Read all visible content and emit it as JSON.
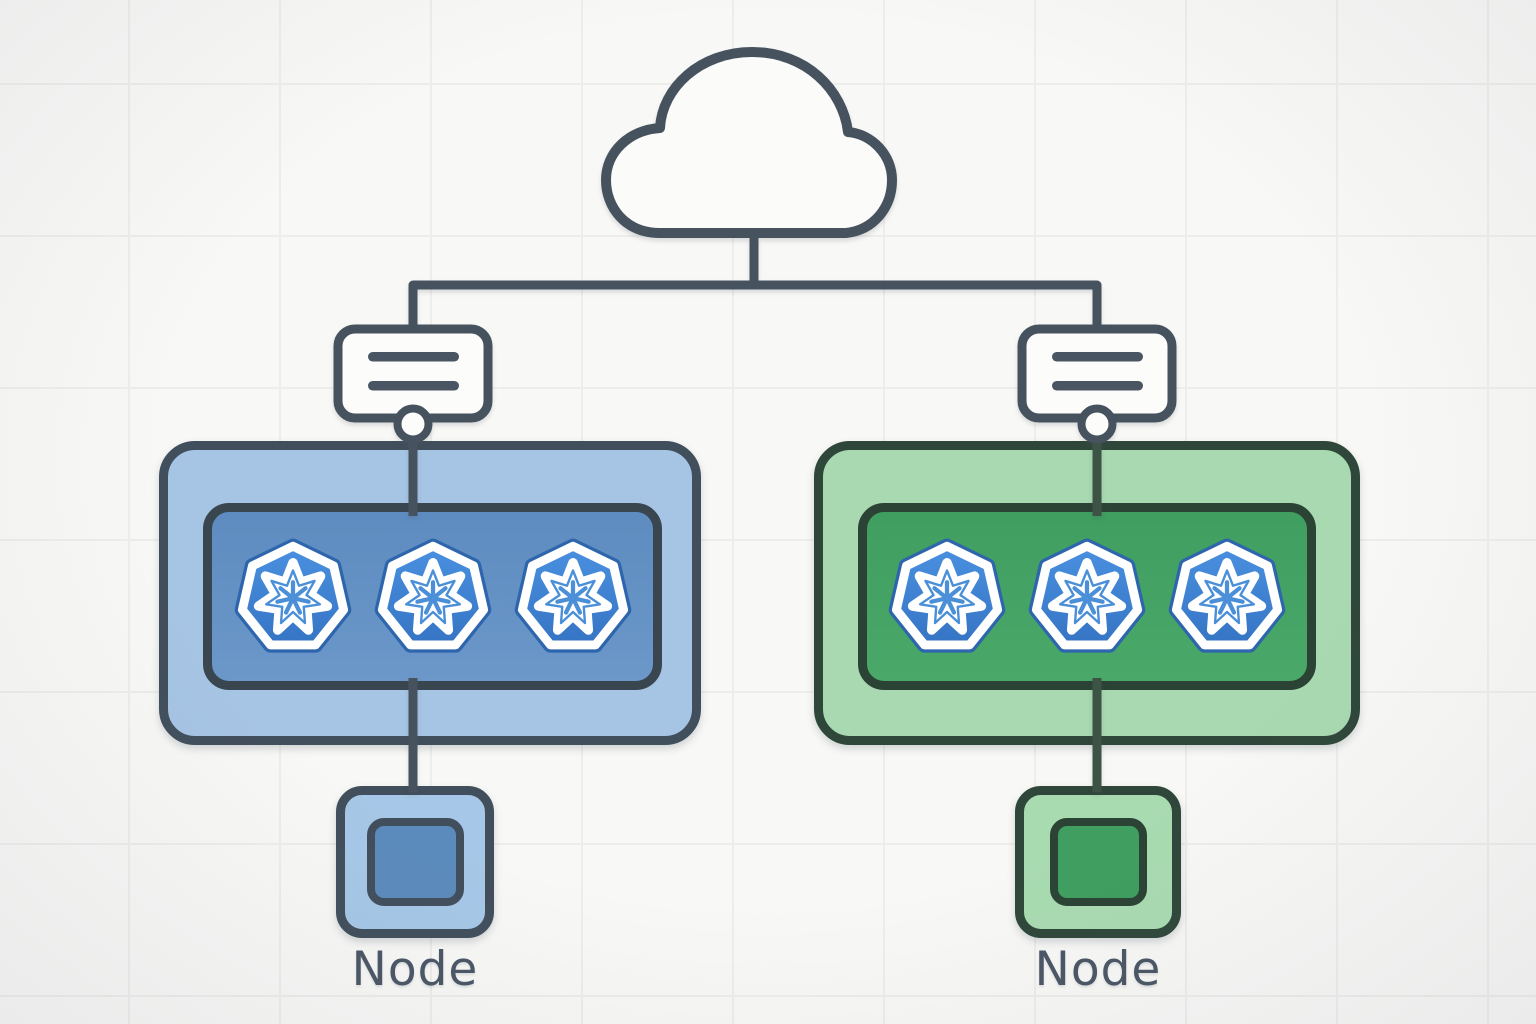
{
  "diagram": {
    "title": "kubernetes-clusters-tree-diagram",
    "canvas": {
      "background": "#f8f8f6",
      "grid_line_color": "#ededeb"
    },
    "cloud": {
      "name": "cloud-icon",
      "fill": "#fbfbf9",
      "stroke": "#46525e"
    },
    "tree": {
      "stroke": "#46525e"
    },
    "control_planes": [
      {
        "side": "left",
        "name": "control-plane-box",
        "fill": "#fcfcfb",
        "stroke": "#46525e",
        "detail_line_color": "#495562",
        "detail_lines": 2
      },
      {
        "side": "right",
        "name": "control-plane-box",
        "fill": "#fcfcfb",
        "stroke": "#46525e",
        "detail_line_color": "#495562",
        "detail_lines": 2
      }
    ],
    "clusters": [
      {
        "side": "left",
        "theme": "blue",
        "pods": 3,
        "outer_fill": "#a6c4e4",
        "outer_border": "#414e5c",
        "inner_fill_top": "#5e8cc0",
        "inner_fill_bottom": "#6b97c9",
        "inner_border": "#39464f",
        "connector_color": "#46525e"
      },
      {
        "side": "right",
        "theme": "green",
        "pods": 3,
        "outer_fill": "#a8d9b0",
        "outer_border": "#2f473a",
        "inner_fill_top": "#3f9e60",
        "inner_fill_bottom": "#4aa869",
        "inner_border": "#2a4334",
        "connector_color": "#3d5345"
      }
    ],
    "nodes": [
      {
        "label": "Node",
        "outer_fill": "#a6c7e7",
        "outer_border": "#414e5c",
        "inner_fill": "#5b8abc",
        "inner_border": "#414e5c",
        "label_color": "#4a5665"
      },
      {
        "label": "Node",
        "outer_fill": "#a9dbb1",
        "outer_border": "#2f473a",
        "inner_fill": "#3f9e60",
        "inner_border": "#2a4334",
        "label_color": "#4a5665"
      }
    ],
    "pod_icon": {
      "name": "kubernetes-pod-icon",
      "heptagon_fill_top": "#4a90e0",
      "heptagon_fill_bottom": "#3674c4",
      "heptagon_edge": "#2e66ad",
      "ring": "#ffffff",
      "glyph": "#4a8fd8"
    }
  }
}
